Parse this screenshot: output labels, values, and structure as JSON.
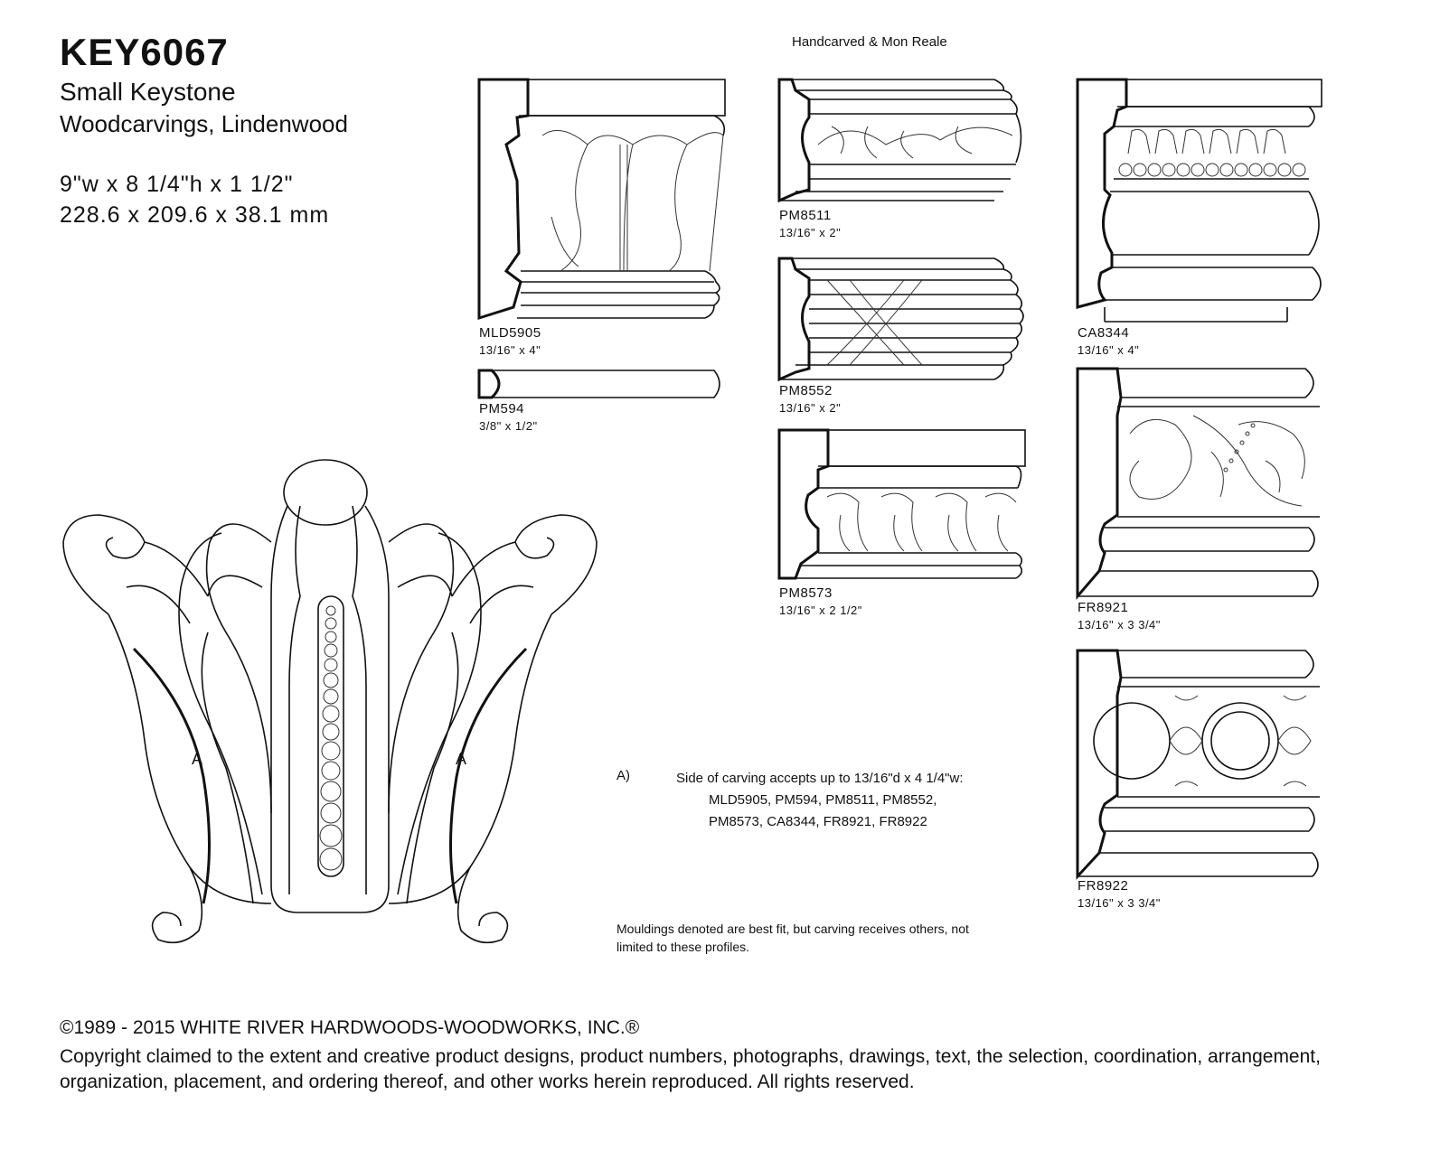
{
  "product": {
    "code": "KEY6067",
    "name": "Small Keystone",
    "material": "Woodcarvings, Lindenwood",
    "dim_in": "9\"w x 8 1/4\"h x 1 1/2\"",
    "dim_mm": "228.6 x 209.6 x  38.1 mm"
  },
  "header_note": "Handcarved & Mon Reale",
  "side_label": "A",
  "mouldings": [
    {
      "code": "MLD5905",
      "size": "13/16\" x 4\""
    },
    {
      "code": "PM594",
      "size": "3/8\" x 1/2\""
    },
    {
      "code": "PM8511",
      "size": "13/16\" x 2\""
    },
    {
      "code": "PM8552",
      "size": "13/16\" x 2\""
    },
    {
      "code": "PM8573",
      "size": "13/16\" x 2 1/2\""
    },
    {
      "code": "CA8344",
      "size": "13/16\" x 4\""
    },
    {
      "code": "FR8921",
      "size": "13/16\" x 3 3/4\""
    },
    {
      "code": "FR8922",
      "size": "13/16\" x 3 3/4\""
    }
  ],
  "note": {
    "letter": "A)",
    "line1": "Side of carving accepts up to 13/16\"d x 4 1/4\"w:",
    "line2": "MLD5905, PM594, PM8511, PM8552,",
    "line3": "PM8573, CA8344, FR8921, FR8922"
  },
  "best_fit": "Mouldings denoted are best fit, but carving receives others, not limited to these profiles.",
  "copyright": {
    "line1": "©1989 - 2015 WHITE RIVER HARDWOODS-WOODWORKS, INC.®",
    "line2": "Copyright claimed to the extent and creative product designs, product numbers, photographs, drawings, text, the selection, coordination, arrangement, organization, placement, and ordering thereof, and other works herein reproduced. All rights reserved."
  }
}
